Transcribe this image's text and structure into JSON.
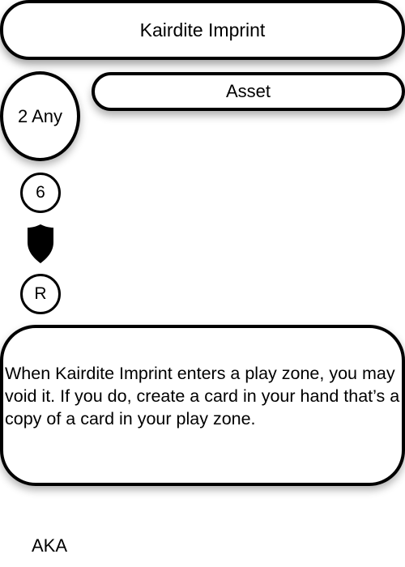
{
  "card": {
    "name": "Kairdite Imprint",
    "cost": "2 Any",
    "type": "Asset",
    "power": "6",
    "rarity": "R",
    "defense_icon": "shield-icon",
    "ability_text": "When Kairdite Imprint enters a play zone, you may void it. If you do, create a card in your hand that’s a copy of a card in your play zone.",
    "aka_label": "AKA"
  }
}
